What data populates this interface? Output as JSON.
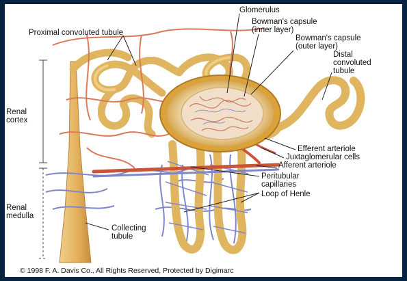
{
  "figure": {
    "labels": {
      "glomerulus": "Glomerulus",
      "bowman_inner_1": "Bowman's capsule",
      "bowman_inner_2": "(inner layer)",
      "bowman_outer_1": "Bowman's capsule",
      "bowman_outer_2": "(outer layer)",
      "distal_1": "Distal",
      "distal_2": "convoluted",
      "distal_3": "tubule",
      "proximal": "Proximal convoluted tubule",
      "renal_cortex_1": "Renal",
      "renal_cortex_2": "cortex",
      "efferent": "Efferent arteriole",
      "juxtaglomerular": "Juxtaglomerular cells",
      "afferent": "Afferent arteriole",
      "peritubular_1": "Peritubular",
      "peritubular_2": "capillaries",
      "loop_henle": "Loop of Henle",
      "renal_medulla_1": "Renal",
      "renal_medulla_2": "medulla",
      "collecting_1": "Collecting",
      "collecting_2": "tubule"
    },
    "copyright": "© 1998 F. A. Davis Co., All Rights Reserved, Protected by Digimarc"
  },
  "colors": {
    "background": "#06233f",
    "panel": "#ffffff",
    "tubule": "#e8bd6a",
    "artery": "#c8553a",
    "capillary_blue": "#7f86c9",
    "capillary_red": "#d97a5a",
    "capsule": "#d9a23c",
    "glomerulus": "#f2dfc9"
  }
}
